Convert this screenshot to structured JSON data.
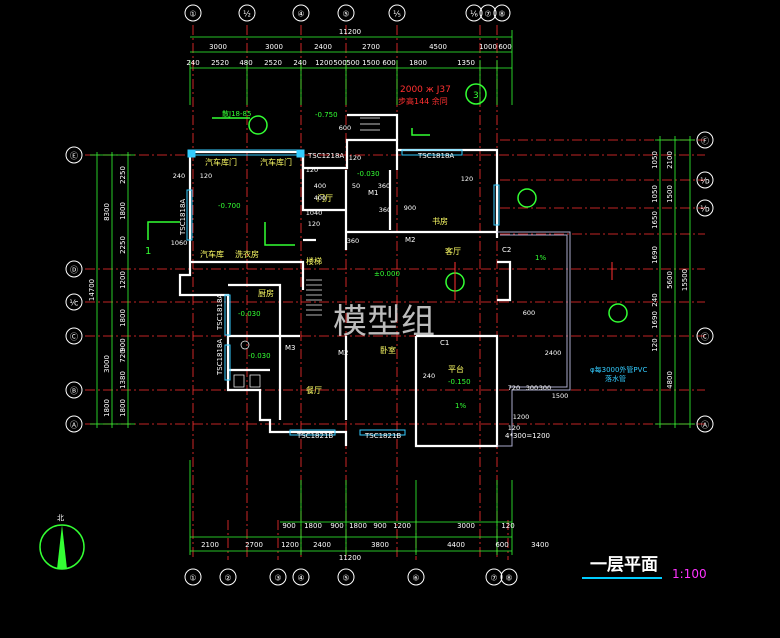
{
  "colors": {
    "background": "#000000",
    "axis_red": "#ff3030",
    "wall_white": "#ffffff",
    "dim_green": "#33ff33",
    "text_yellow": "#ffff66",
    "window_cyan": "#33ccff",
    "title_magenta": "#ff33ff",
    "title_underline": "#00ccff"
  },
  "top_axes": [
    "①",
    "⅟₂",
    "④",
    "⑤",
    "⅟₅",
    "⅟₆",
    "⑦",
    "⑧"
  ],
  "bottom_axes": [
    "①",
    "②",
    "③",
    "④",
    "⑤",
    "⑥",
    "⑦",
    "⑧"
  ],
  "left_axes": [
    "Ⓔ",
    "Ⓓ",
    "⅟ᴄ",
    "Ⓒ",
    "Ⓑ",
    "Ⓐ"
  ],
  "right_axes": [
    "Ⓕ",
    "⅟ᴅ",
    "⅟ᴅ",
    "Ⓒ",
    "Ⓐ"
  ],
  "top_dims": {
    "total": "11200",
    "row1": [
      "3000",
      "3000",
      "2400",
      "2700",
      "4500",
      "1000",
      "600"
    ],
    "row2": [
      "240",
      "2520",
      "480",
      "2520",
      "240",
      "1200",
      "500",
      "500",
      "1500",
      "600",
      "1800",
      "1350"
    ]
  },
  "bottom_dims": {
    "total": "11200",
    "row1": [
      "900",
      "1800",
      "900",
      "1800",
      "900",
      "1200",
      "3000",
      "120"
    ],
    "row2": [
      "2100",
      "2700",
      "1200",
      "2400",
      "3800",
      "4400",
      "600",
      "3400"
    ]
  },
  "left_dims": {
    "total": "14700",
    "row1": [
      "8300",
      "3000",
      "1800"
    ],
    "row2": [
      "2250",
      "1800",
      "2250",
      "1200",
      "1800",
      "900",
      "720",
      "1380",
      "1800"
    ]
  },
  "right_dims": {
    "total": "15500",
    "row1": [
      "2100",
      "1500",
      "5600",
      "4800"
    ],
    "row2": [
      "1050",
      "1050",
      "1650",
      "1690",
      "240",
      "1690",
      "120"
    ]
  },
  "room_labels": {
    "garage": "汽车库",
    "gate1": "汽车库门",
    "gate2": "汽车库门",
    "laundry": "洗衣房",
    "kitchen": "厨房",
    "study": "书房",
    "hall": "客厅",
    "dining": "餐厅",
    "foyer": "门厅",
    "platform": "平台",
    "bedroom": "卧室",
    "stair": "楼梯"
  },
  "plan_labels": {
    "level1": "-0.750",
    "level2": "-0.700",
    "level3": "-0.030",
    "level4": "±0.000",
    "level5": "-0.030",
    "level6": "-0.030",
    "level7": "-0.150",
    "win1": "TSC1218A",
    "win2": "TSC1818A",
    "win3": "TSC1818A",
    "win4": "TSC1818A",
    "win5": "TSC1818A",
    "win6": "TSC1821B",
    "win7": "TSC1821B",
    "door_m1": "M1",
    "door_m2a": "M2",
    "door_m2b": "M2",
    "door_m3": "M3",
    "door_c1": "C1",
    "door_c2": "C2",
    "ref_top": "2000 ж J37",
    "ref_top2": "步高144  余同",
    "ref_left": "散J18-85",
    "pvc_note": "φ每3000外管PVC",
    "pvc_note2": "落水管",
    "slope1": "1%",
    "slope2": "1%",
    "grid_note": "4*300=1200",
    "dims_inner": [
      "120",
      "240",
      "400",
      "400",
      "50",
      "360",
      "900",
      "1040",
      "120",
      "1060",
      "360",
      "360",
      "600",
      "120",
      "240",
      "2400",
      "720",
      "300",
      "300",
      "1200",
      "120",
      "1500",
      "120",
      "600",
      "120"
    ],
    "section_mark": "1",
    "callout_3": "3"
  },
  "watermark": "模型组",
  "title": {
    "main": "一层平面",
    "scale": "1:100"
  },
  "north_label": "北"
}
